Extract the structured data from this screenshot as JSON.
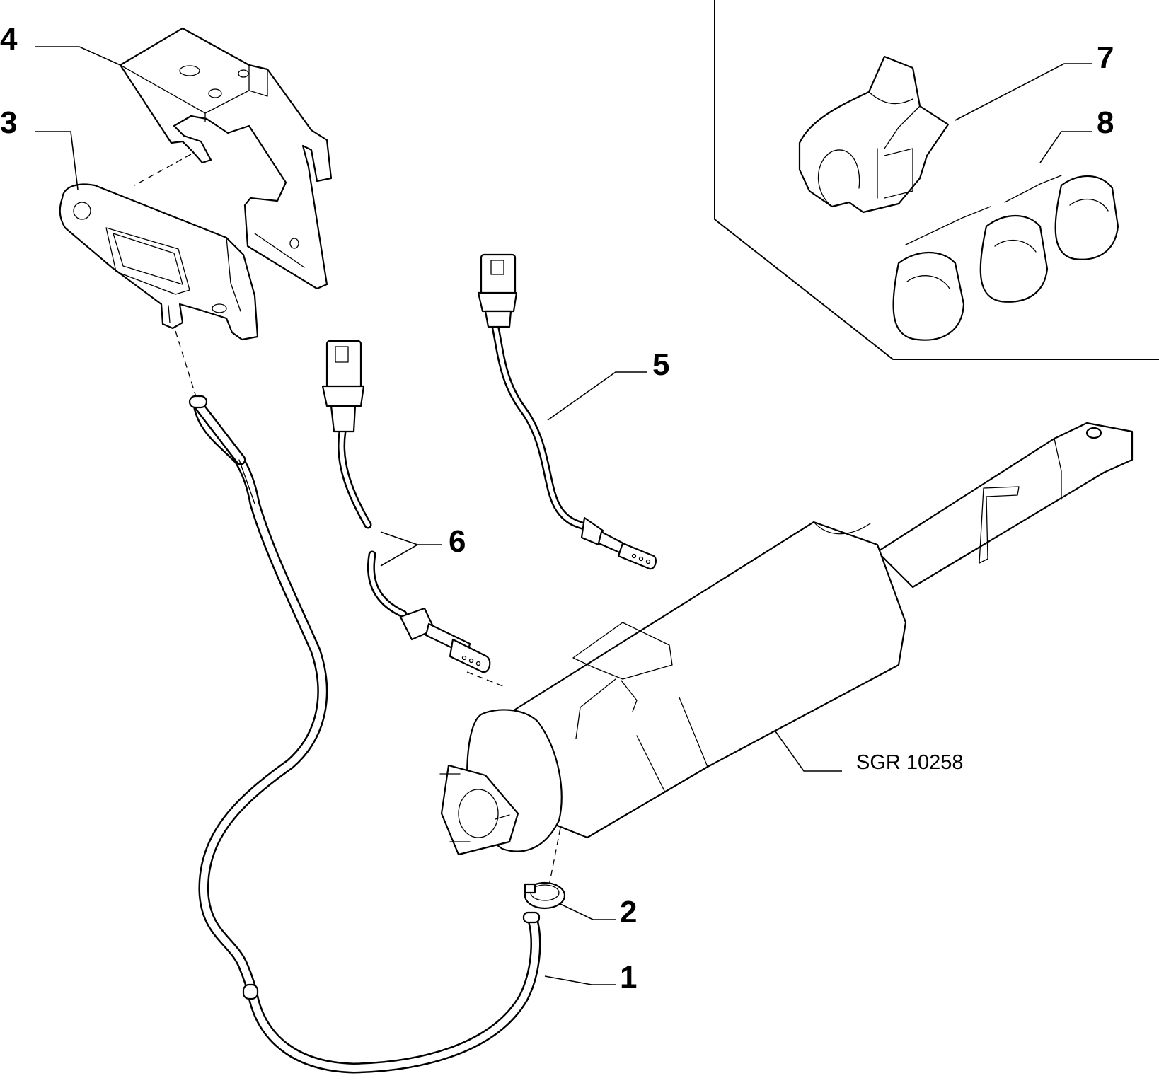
{
  "diagram": {
    "reference_code": "SGR 10258",
    "callouts": [
      {
        "id": "1",
        "label": "1"
      },
      {
        "id": "2",
        "label": "2"
      },
      {
        "id": "3",
        "label": "3"
      },
      {
        "id": "4",
        "label": "4"
      },
      {
        "id": "5",
        "label": "5"
      },
      {
        "id": "6",
        "label": "6"
      },
      {
        "id": "7",
        "label": "7"
      },
      {
        "id": "8",
        "label": "8"
      }
    ]
  }
}
